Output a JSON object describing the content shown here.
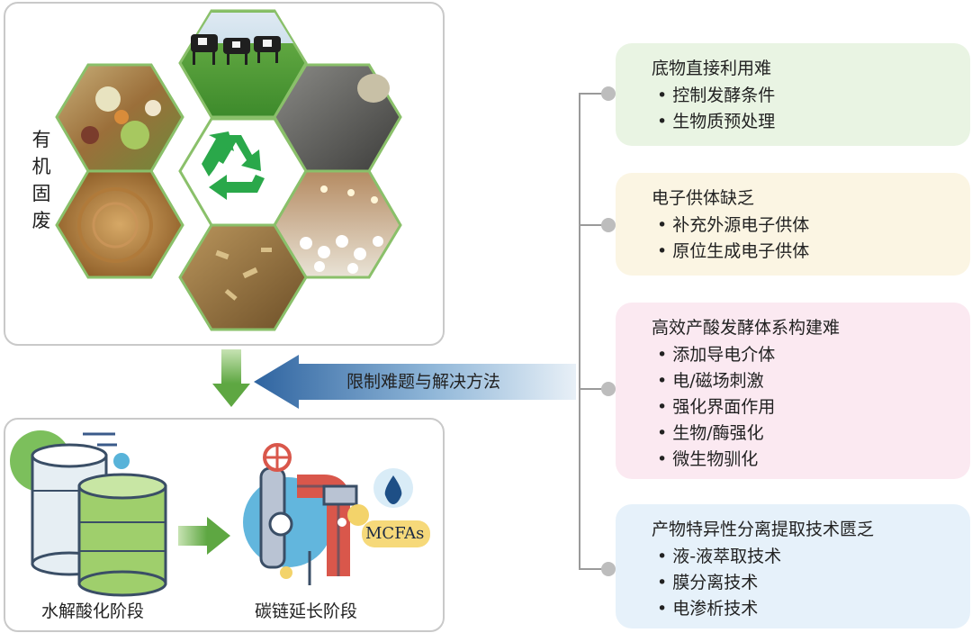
{
  "top_label": "有机固废",
  "arrow_label": "限制难题与解决方法",
  "stages": {
    "left": "水解酸化阶段",
    "right": "碳链延长阶段",
    "product": "MCFAs"
  },
  "cards": [
    {
      "title": "底物直接利用难",
      "items": [
        "控制发酵条件",
        "生物质预处理"
      ]
    },
    {
      "title": "电子供体缺乏",
      "items": [
        "补充外源电子供体",
        "原位生成电子供体"
      ]
    },
    {
      "title": "高效产酸发酵体系构建难",
      "items": [
        "添加导电介体",
        "电/磁场刺激",
        "强化界面作用",
        "生物/酶强化",
        "微生物驯化"
      ]
    },
    {
      "title": "产物特异性分离提取技术匮乏",
      "items": [
        "液-液萃取技术",
        "膜分离技术",
        "电渗析技术"
      ]
    }
  ],
  "colors": {
    "card_green": "#e9f4e3",
    "card_yellow": "#fbf5e3",
    "card_pink": "#fbe9f1",
    "card_blue": "#e6f1fa",
    "recycle_green": "#2aa84a",
    "arrow_green": "#7fbf5a",
    "arrow_blue": "#3c73a8"
  }
}
